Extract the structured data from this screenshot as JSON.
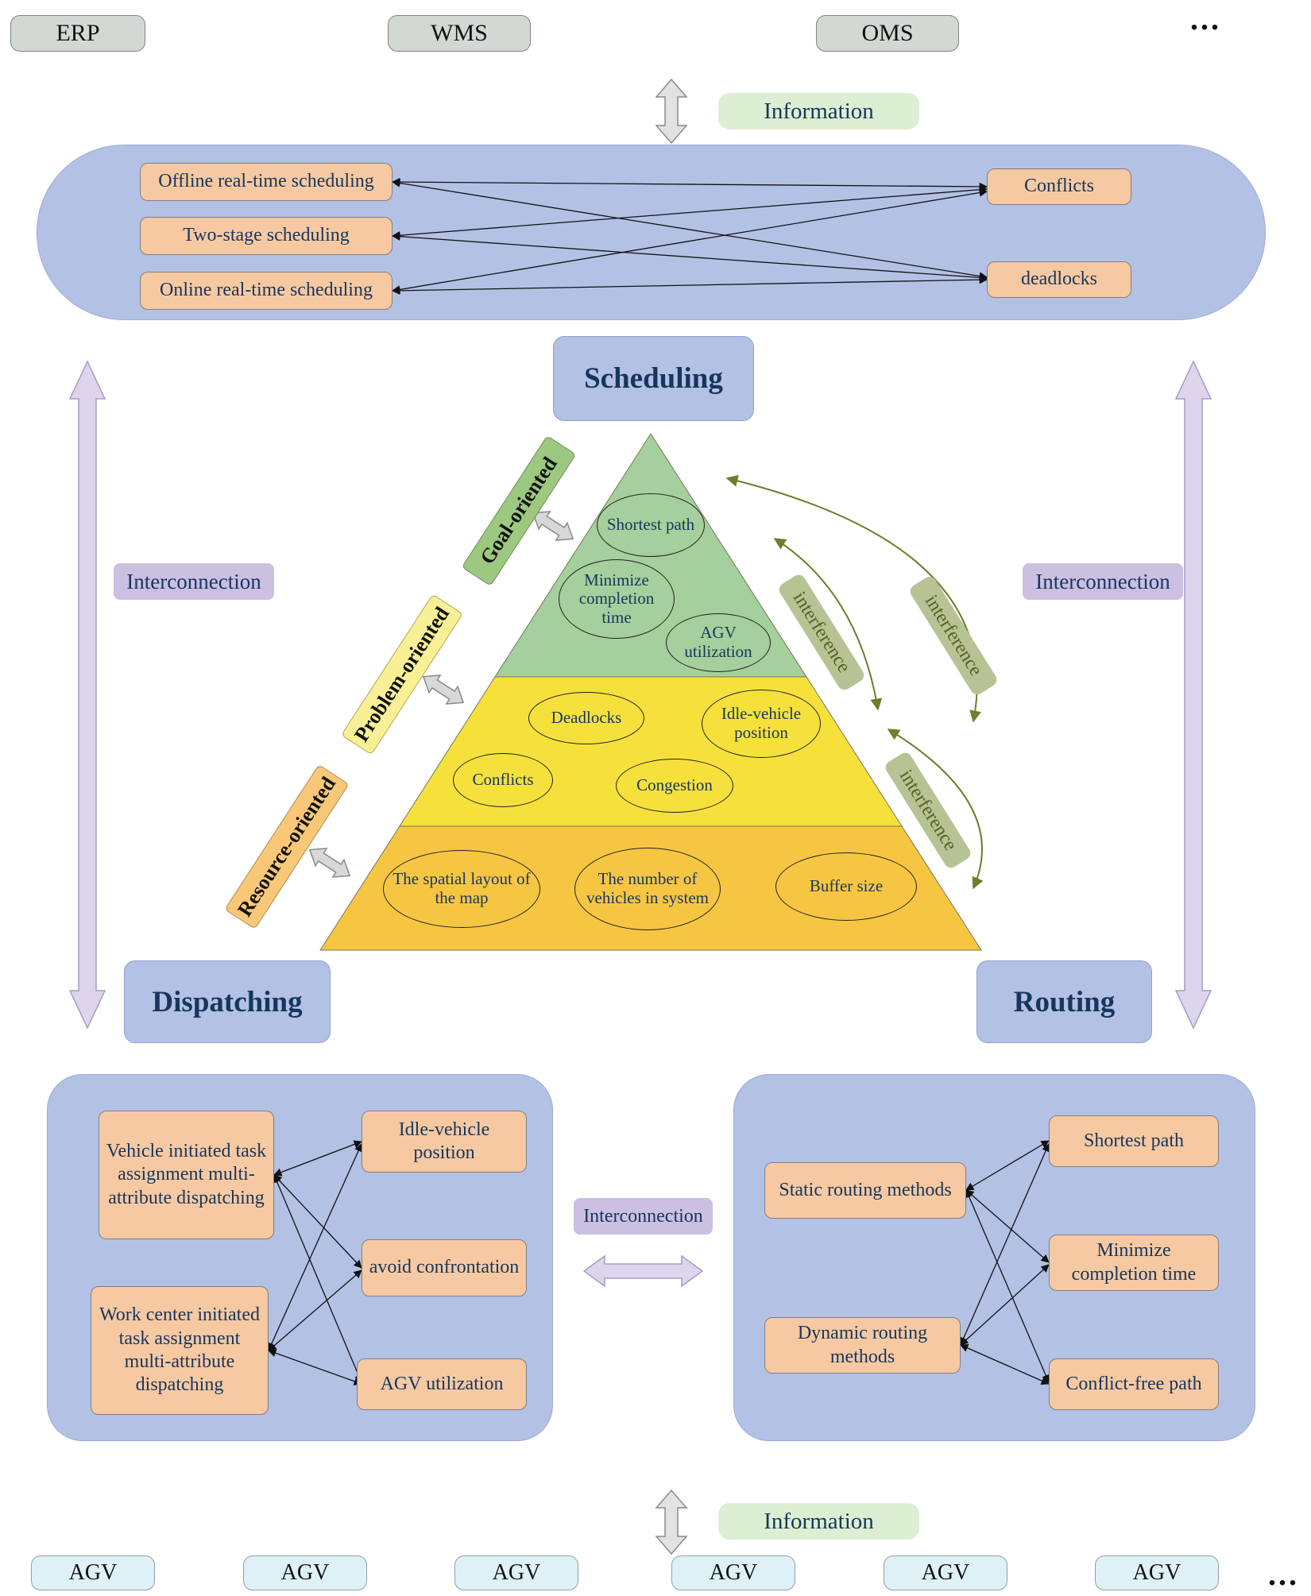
{
  "colors": {
    "panel_blue": "#b3c1e5",
    "box_orange": "#f6c9a2",
    "band_green": "#a5cf9c",
    "band_yellow": "#f6e13c",
    "band_gold": "#f6c643",
    "label_green": "#9cc87f",
    "label_yellow": "#f8f096",
    "label_orange": "#f8c878",
    "interference_bg": "#b7c295",
    "interconnection_bg": "#cbbfe2",
    "information_bg": "#dcefd2",
    "system_gray": "#d4d8d4",
    "agv_blue": "#def1f6"
  },
  "top_systems": {
    "erp": "ERP",
    "wms": "WMS",
    "oms": "OMS",
    "ellipsis": "..."
  },
  "information": {
    "top": "Information",
    "bottom": "Information"
  },
  "scheduling_panel": {
    "methods": [
      "Offline real-time scheduling",
      "Two-stage scheduling",
      "Online real-time scheduling"
    ],
    "issues": [
      "Conflicts",
      "deadlocks"
    ]
  },
  "titles": {
    "scheduling": "Scheduling",
    "dispatching": "Dispatching",
    "routing": "Routing"
  },
  "pyramid": {
    "goal_label": "Goal-oriented",
    "problem_label": "Problem-oriented",
    "resource_label": "Resource-oriented",
    "goal_items": [
      "Shortest path",
      "Minimize completion time",
      "AGV utilization"
    ],
    "problem_items": [
      "Deadlocks",
      "Idle-vehicle position",
      "Conflicts",
      "Congestion"
    ],
    "resource_items": [
      "The spatial layout of the map",
      "The number of vehicles in system",
      "Buffer size"
    ],
    "interference": "interference"
  },
  "interconnection": "Interconnection",
  "dispatching_panel": {
    "sources": [
      "Vehicle initiated task assignment multi-attribute dispatching",
      "Work center initiated task assignment multi-attribute dispatching"
    ],
    "targets": [
      "Idle-vehicle position",
      "avoid confrontation",
      "AGV utilization"
    ]
  },
  "routing_panel": {
    "sources": [
      "Static routing methods",
      "Dynamic routing methods"
    ],
    "targets": [
      "Shortest path",
      "Minimize completion time",
      "Conflict-free path"
    ]
  },
  "agv_row": {
    "items": [
      "AGV",
      "AGV",
      "AGV",
      "AGV",
      "AGV",
      "AGV"
    ],
    "ellipsis": "..."
  }
}
